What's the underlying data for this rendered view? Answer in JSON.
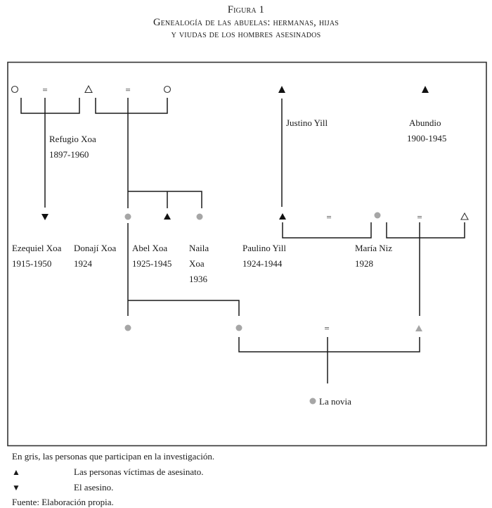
{
  "figure": {
    "number": "Figura 1",
    "title_line1": "Genealogía de las abuelas: hermanas, hijas",
    "title_line2": "y viudas de los hombres asesinados"
  },
  "colors": {
    "line": "#1a1a1a",
    "participant_gray": "#a6a6a6",
    "frame": "#333333"
  },
  "people": {
    "refugio": {
      "name": "Refugio Xoa",
      "years": "1897-1960"
    },
    "justino": {
      "name": "Justino Yill"
    },
    "abundio": {
      "name": "Abundio",
      "years": "1900-1945"
    },
    "ezequiel": {
      "name": "Ezequiel Xoa",
      "years": "1915-1950"
    },
    "donaji": {
      "name": "Donají Xoa",
      "years": "1924"
    },
    "abel": {
      "name": "Abel Xoa",
      "years": "1925-1945"
    },
    "naila": {
      "name_line1": "Naila",
      "name_line2": "Xoa",
      "years": "1936"
    },
    "paulino": {
      "name": "Paulino Yill",
      "years": "1924-1944"
    },
    "maria": {
      "name": "María Niz",
      "years": "1928"
    },
    "novia": {
      "name": "La novia"
    }
  },
  "marriage_symbol": "=",
  "legend": {
    "gray_note": "En gris, las personas que participan en la investigación.",
    "items": [
      {
        "symbol": "▲",
        "icon": "filled-triangle-up-icon",
        "text": "Las personas víctimas de asesinato."
      },
      {
        "symbol": "▼",
        "icon": "filled-triangle-down-icon",
        "text": "El asesino."
      }
    ],
    "source": "Fuente: Elaboración propia."
  }
}
